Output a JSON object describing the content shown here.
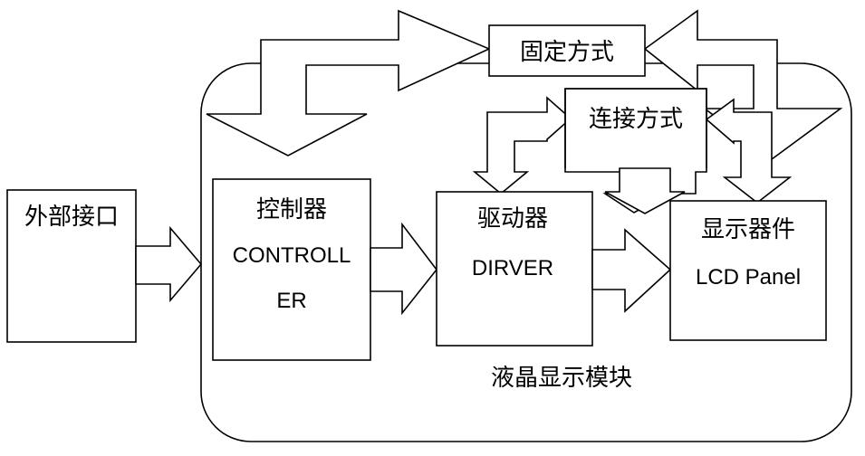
{
  "module": {
    "label": "液晶显示模块"
  },
  "external": {
    "label": "外部接口"
  },
  "controller": {
    "label_cn": "控制器",
    "label_en_line1": "CONTROLL",
    "label_en_line2": "ER"
  },
  "driver": {
    "label_cn": "驱动器",
    "label_en": "DIRVER"
  },
  "display": {
    "label_cn": "显示器件",
    "label_en": "LCD Panel"
  },
  "fixing": {
    "label": "固定方式"
  },
  "connection": {
    "label": "连接方式"
  }
}
